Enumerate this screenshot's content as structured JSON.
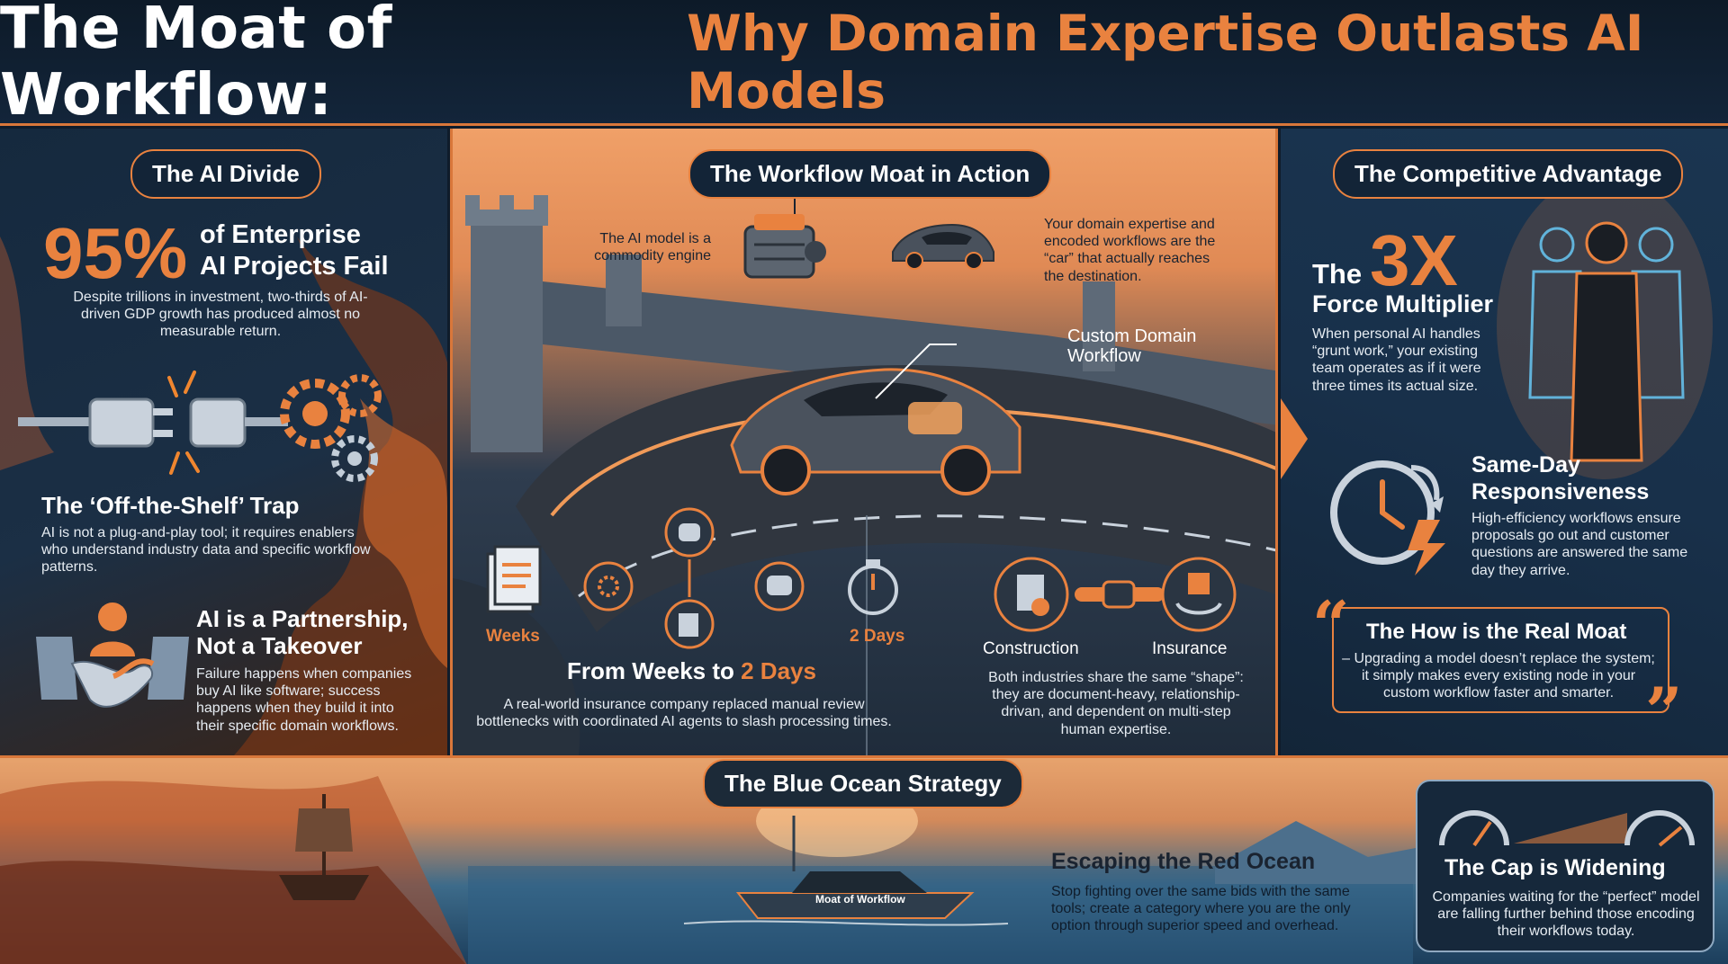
{
  "header": {
    "title_main": "The Moat of Workflow:",
    "title_sub": "Why Domain Expertise Outlasts AI Models"
  },
  "left": {
    "pill": "The AI Divide",
    "stat": "95%",
    "stat_label_line1": "of Enterprise",
    "stat_label_line2": "AI Projects Fail",
    "stat_body": "Despite trillions in investment, two-thirds of AI-driven GDP growth has produced almost no measurable return.",
    "trap_title": "The ‘Off-the-Shelf’ Trap",
    "trap_body": "AI is not a plug-and-play tool; it requires enablers who understand industry data and specific workflow patterns.",
    "partner_title_line1": "AI is a Partnership,",
    "partner_title_line2": "Not a Takeover",
    "partner_body": "Failure happens when companies buy AI like software; success happens when they build it into their specific domain workflows."
  },
  "center": {
    "pill": "The Workflow Moat in Action",
    "engine_caption": "The AI model is a commodity engine",
    "car_caption": "Your domain expertise and encoded workflows are the “car” that actually reaches the destination.",
    "callout": "Custom Domain Workflow",
    "weeks_label": "Weeks",
    "days_label": "2 Days",
    "speed_title_prefix": "From Weeks to ",
    "speed_title_value": "2 Days",
    "speed_body": "A real-world insurance company replaced manual review bottlenecks with coordinated AI agents to slash processing times.",
    "construction_label": "Construction",
    "insurance_label": "Insurance",
    "shape_body": "Both industries share the same “shape”: they are document-heavy, relationship-drivan, and dependent on multi-step human expertise."
  },
  "right": {
    "pill": "The Competitive Advantage",
    "multiplier_prefix": "The",
    "multiplier_value": "3X",
    "multiplier_title": "Force Multiplier",
    "multiplier_body": "When personal AI handles “grunt work,” your existing team operates as if it were three times its actual size.",
    "sameday_line1": "Same-Day",
    "sameday_line2": "Responsiveness",
    "sameday_body": "High-efficiency workflows ensure proposals go out and customer questions are answered the same day they arrive.",
    "quote_title": "The How is the Real Moat",
    "quote_body": "– Upgrading a model doesn’t replace the system; it simply makes every existing node in your custom workflow faster and smarter."
  },
  "bottom": {
    "pill": "The Blue Ocean Strategy",
    "boat_label": "Moat of Workflow",
    "escape_title": "Escaping the Red Ocean",
    "escape_body": "Stop fighting over the same bids with the same tools; create a category where you are the only option through superior speed and overhead.",
    "gap_title": "The Cap is Widening",
    "gap_body": "Companies waiting for the “perfect” model are falling further behind those encoding their workflows today."
  },
  "colors": {
    "accent": "#e9823f",
    "navy": "#0f1c2b",
    "panel": "#16283b"
  }
}
